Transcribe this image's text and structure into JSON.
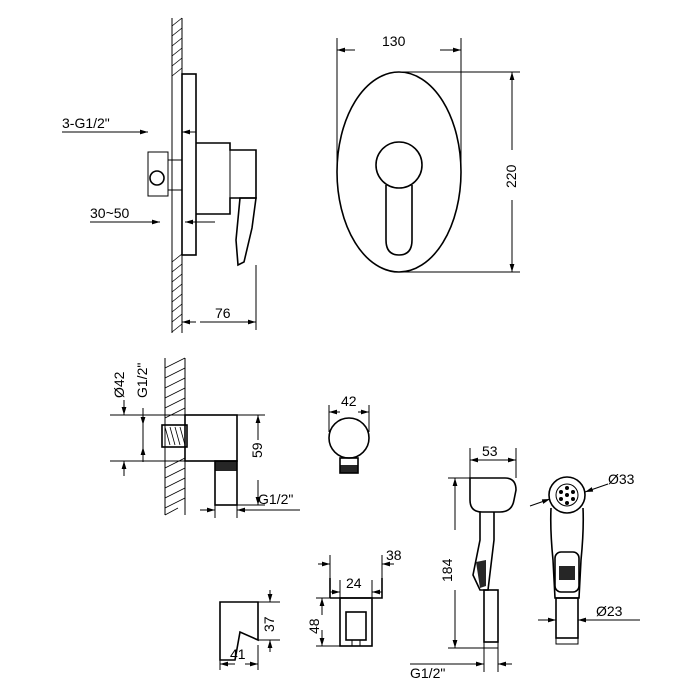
{
  "dimensions": {
    "width_top": "130",
    "height_top": "220",
    "thread_top": "3-G1/2ʺ",
    "depth_range": "30~50",
    "projection": "76",
    "diameter_elbow": "Ø42",
    "thread_elbow": "G1/2ʺ",
    "elbow_height": "59",
    "elbow_thread_out": "G1/2ʺ",
    "elbow_front_width": "42",
    "holder_width_total": "38",
    "holder_width_inner": "24",
    "holder_height": "48",
    "bracket_height": "37",
    "bracket_width": "41",
    "sprayer_width": "53",
    "sprayer_length": "184",
    "sprayer_thread": "G1/2ʺ",
    "nozzle_diameter": "Ø33",
    "handle_diameter": "Ø23"
  }
}
